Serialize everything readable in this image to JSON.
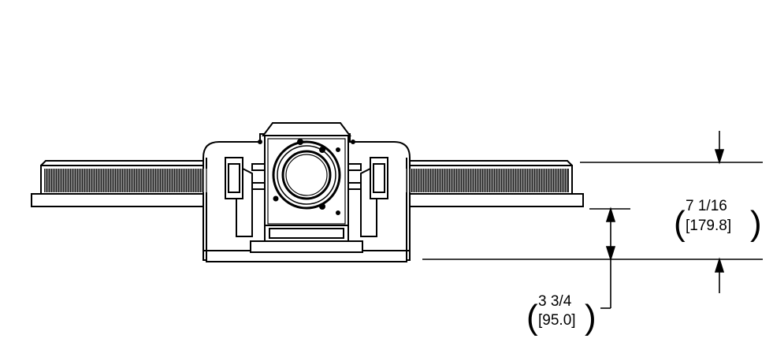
{
  "drawing": {
    "view": "front elevation",
    "line_color": "#000000",
    "background": "#ffffff"
  },
  "dimensions": {
    "overall_height": {
      "fraction": "7 1/16",
      "metric": "[179.8]"
    },
    "lower_height": {
      "fraction": "3 3/4",
      "metric": "[95.0]"
    }
  }
}
